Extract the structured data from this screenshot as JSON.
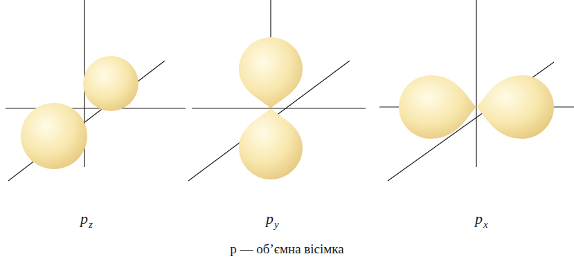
{
  "diagram": {
    "caption": "p — об’ємна вісімка",
    "labels": [
      "p",
      "z",
      "p",
      "y",
      "p",
      "x"
    ]
  }
}
